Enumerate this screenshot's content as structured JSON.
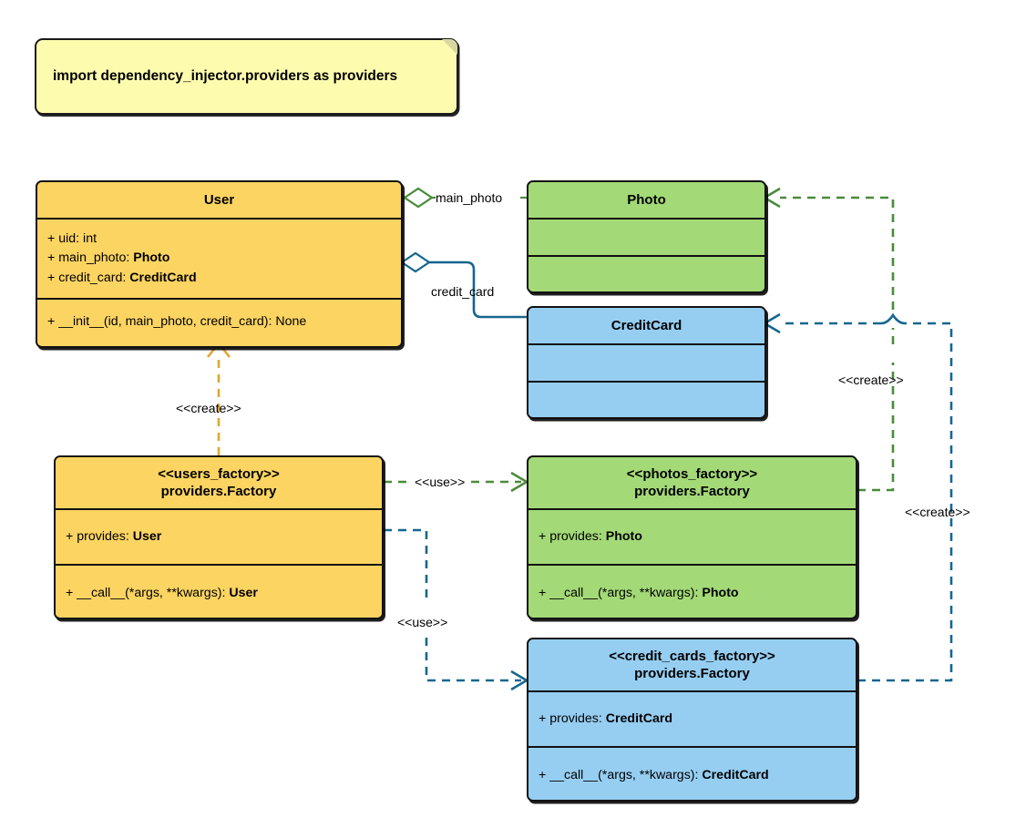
{
  "diagram": {
    "type": "uml-class-diagram",
    "title": "Dependency Injector factory providers class diagram"
  },
  "note": {
    "text": "import dependency_injector.providers as providers"
  },
  "classes": [
    {
      "id": "user",
      "name": "User",
      "color": "#fcd462",
      "stereotype": "",
      "attributes": [
        {
          "text": "+ uid: int",
          "type": ""
        },
        {
          "text": "+ main_photo: ",
          "type": "Photo"
        },
        {
          "text": "+ credit_card: ",
          "type": "CreditCard"
        }
      ],
      "methods": [
        {
          "text": "+ __init__(id, main_photo, credit_card): None",
          "type": ""
        }
      ]
    },
    {
      "id": "photo",
      "name": "Photo",
      "color": "#a3d977",
      "stereotype": "",
      "attributes": [],
      "methods": []
    },
    {
      "id": "creditcard",
      "name": "CreditCard",
      "color": "#96cef2",
      "stereotype": "",
      "attributes": [],
      "methods": []
    },
    {
      "id": "users_factory",
      "name": "providers.Factory",
      "color": "#fcd462",
      "stereotype": "<<users_factory>>",
      "attributes": [
        {
          "text": "+ provides: ",
          "type": "User"
        }
      ],
      "methods": [
        {
          "text": "+ __call__(*args, **kwargs): ",
          "type": "User"
        }
      ]
    },
    {
      "id": "photos_factory",
      "name": "providers.Factory",
      "color": "#a3d977",
      "stereotype": "<<photos_factory>>",
      "attributes": [
        {
          "text": "+ provides: ",
          "type": "Photo"
        }
      ],
      "methods": [
        {
          "text": "+ __call__(*args, **kwargs): ",
          "type": "Photo"
        }
      ]
    },
    {
      "id": "credit_cards_factory",
      "name": "providers.Factory",
      "color": "#96cef2",
      "stereotype": "<<credit_cards_factory>>",
      "attributes": [
        {
          "text": "+ provides: ",
          "type": "CreditCard"
        }
      ],
      "methods": [
        {
          "text": "+ __call__(*args, **kwargs): ",
          "type": "CreditCard"
        }
      ]
    }
  ],
  "edges": [
    {
      "id": "user-photo",
      "label": "main_photo",
      "kind": "aggregation",
      "color": "#4a8b3c",
      "from": "user",
      "to": "photo"
    },
    {
      "id": "user-creditcard",
      "label": "credit_card",
      "kind": "aggregation",
      "color": "#16668f",
      "from": "user",
      "to": "creditcard"
    },
    {
      "id": "usersfac-user",
      "label": "<<create>>",
      "kind": "realization",
      "color": "#e0a82e",
      "from": "users_factory",
      "to": "user"
    },
    {
      "id": "usersfac-photosfac",
      "label": "<<use>>",
      "kind": "dependency",
      "color": "#4a8b3c",
      "from": "users_factory",
      "to": "photos_factory"
    },
    {
      "id": "usersfac-ccfac",
      "label": "<<use>>",
      "kind": "dependency",
      "color": "#16668f",
      "from": "users_factory",
      "to": "credit_cards_factory"
    },
    {
      "id": "photosfac-photo",
      "label": "<<create>>",
      "kind": "dependency",
      "color": "#4a8b3c",
      "from": "photos_factory",
      "to": "photo"
    },
    {
      "id": "ccfac-creditcard",
      "label": "<<create>>",
      "kind": "dependency",
      "color": "#16668f",
      "from": "credit_cards_factory",
      "to": "creditcard"
    }
  ],
  "colors": {
    "yellow_fill": "#fcd462",
    "green_fill": "#a3d977",
    "blue_fill": "#96cef2",
    "note_fill": "#fdfbae",
    "green_line": "#4a8b3c",
    "blue_line": "#16668f",
    "orange_line": "#e0a82e",
    "outline": "#111111"
  }
}
